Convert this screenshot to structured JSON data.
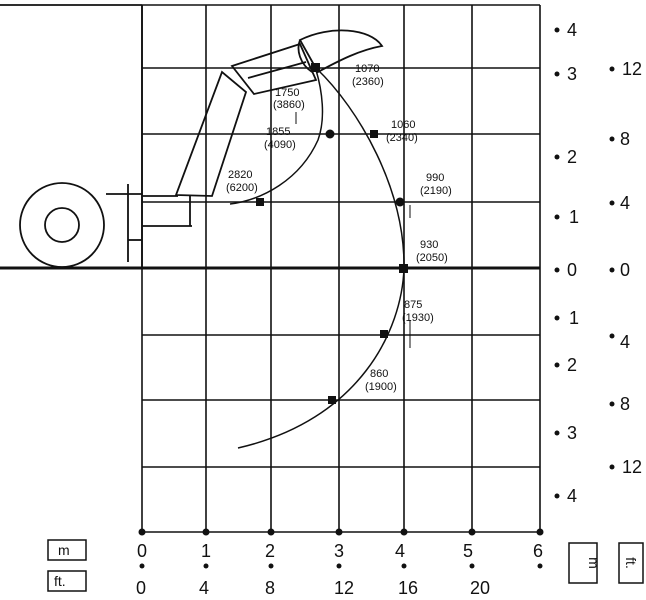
{
  "units": {
    "metric": "m",
    "imperial": "ft.",
    "side_metric": "m",
    "side_imperial": "ft."
  },
  "bottom_axis": {
    "m_ticks": [
      "0",
      "1",
      "2",
      "3",
      "4",
      "5",
      "6"
    ],
    "ft_ticks": [
      "0",
      "4",
      "8",
      "12",
      "16",
      "20"
    ]
  },
  "side_axis": {
    "m_ticks": [
      "4",
      "3",
      "2",
      "1",
      "0",
      "1",
      "2",
      "3",
      "4"
    ],
    "ft_ticks": [
      "12",
      "8",
      "4",
      "0",
      "4",
      "8",
      "12"
    ]
  },
  "load_points": [
    {
      "kg": "1070",
      "lb": "(2360)"
    },
    {
      "kg": "1750",
      "lb": "(3860)"
    },
    {
      "kg": "1855",
      "lb": "(4090)"
    },
    {
      "kg": "1060",
      "lb": "(2340)"
    },
    {
      "kg": "2820",
      "lb": "(6200)"
    },
    {
      "kg": "990",
      "lb": "(2190)"
    },
    {
      "kg": "930",
      "lb": "(2050)"
    },
    {
      "kg": "875",
      "lb": "(1930)"
    },
    {
      "kg": "860",
      "lb": "(1900)"
    }
  ]
}
